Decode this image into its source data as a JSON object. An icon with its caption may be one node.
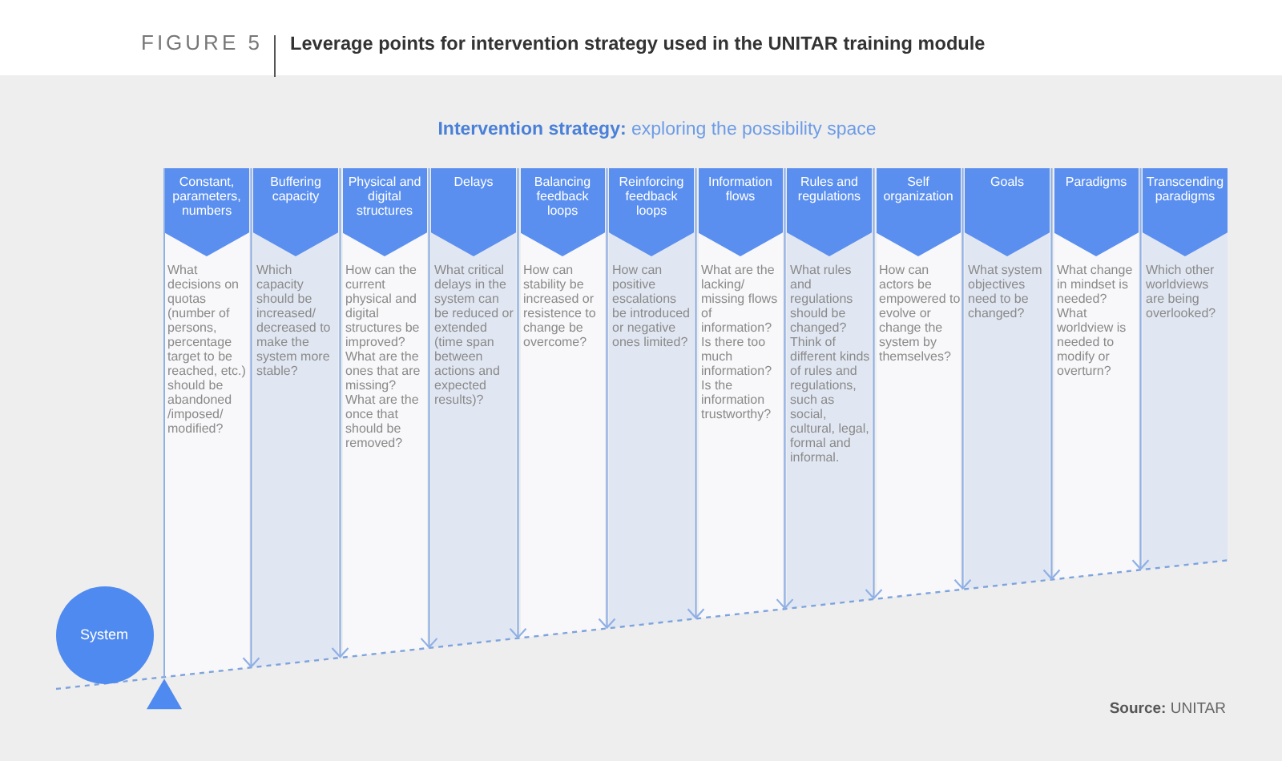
{
  "diagram": {
    "title": "Leverage points for intervention strategy used in the UNITAR training module",
    "caption": "**Source:** UNITAR",
    "nodes": [
      {
        "text": [
          "Constant, parameters, numbers",
          "What decisions on quotas (number of persons, percentage target to be reached, etc.) should be abandoned /imposed/ modified?"
        ]
      },
      {
        "text": [
          "Buffering capacity",
          "Which capacity should be increased/ decreased to make the system more stable?"
        ]
      },
      {
        "text": [
          "Physical and digital structures",
          "How can the current physical and digital structures be improved? What are the ones that are missing? What are the once that should be removed?"
        ]
      },
      {
        "text": [
          "Delays",
          "What critical delays in the system can be reduced or extended (time span between actions and expected results)?"
        ]
      },
      {
        "text": [
          "Balancing feedback loops",
          "How can stability be increased or resistence to change be overcome?"
        ]
      },
      {
        "text": [
          "Reinforcing feedback loops",
          "How can positive escalations be introduced or negative ones limited?"
        ]
      },
      {
        "text": [
          "Information flows",
          "What are the lacking/ missing flows of information? Is there too much information? Is the information trustworthy?"
        ]
      },
      {
        "text": [
          "Rules and regulations",
          "What rules and regulations should be changed? Think of different kinds of rules and regulations, such as social, cultural, legal, formal and informal."
        ]
      },
      {
        "text": [
          "Self organization",
          "How can actors be empowered to evolve or change the system by themselves?"
        ]
      },
      {
        "text": [
          "Goals",
          "What system objectives need to be changed?"
        ]
      },
      {
        "text": [
          "Paradigms",
          "What change in mindset is needed? What worldview is needed to modify or overturn?"
        ]
      },
      {
        "text": [
          "Transcending paradigms",
          "Which other worldviews are being overlooked?"
        ]
      },
      {
        "text": [
          "System"
        ]
      }
    ],
    "labels": [
      "FIGURE 5",
      "**Intervention strategy:** exploring the possibility space"
    ]
  }
}
